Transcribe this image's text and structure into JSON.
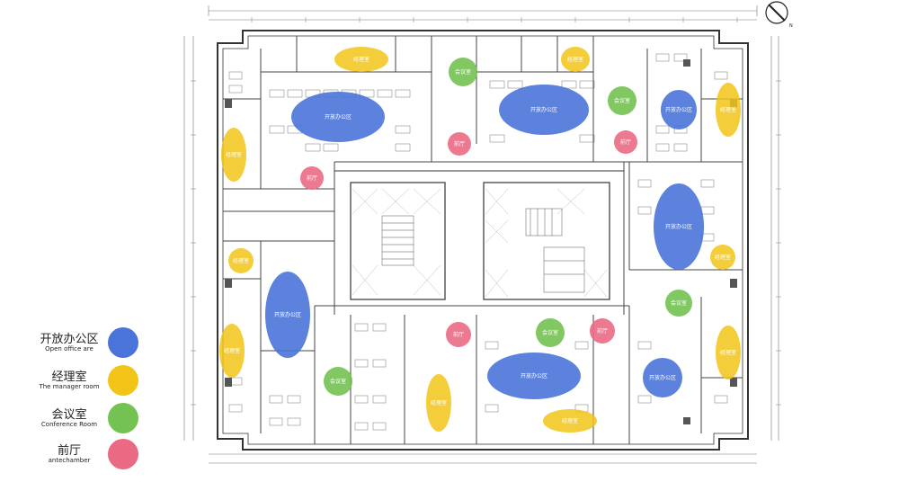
{
  "legend": [
    {
      "zh": "开放办公区",
      "en": "Open office are",
      "color": "#4a74d9"
    },
    {
      "zh": "经理室",
      "en": "The manager room",
      "color": "#f2c417"
    },
    {
      "zh": "会议室",
      "en": "Conference Room",
      "color": "#74c251"
    },
    {
      "zh": "前厅",
      "en": "antechamber",
      "color": "#ea6a83"
    }
  ],
  "zones": {
    "open_office": "开放办公区",
    "manager": "经理室",
    "conference": "会议室",
    "antechamber": "前厅"
  },
  "colors": {
    "open_office": "#4a74d9",
    "manager": "#f2c417",
    "conference": "#74c251",
    "antechamber": "#ea6a83",
    "wall": "#333333",
    "line": "#888888"
  },
  "compass": {
    "label": "N"
  }
}
